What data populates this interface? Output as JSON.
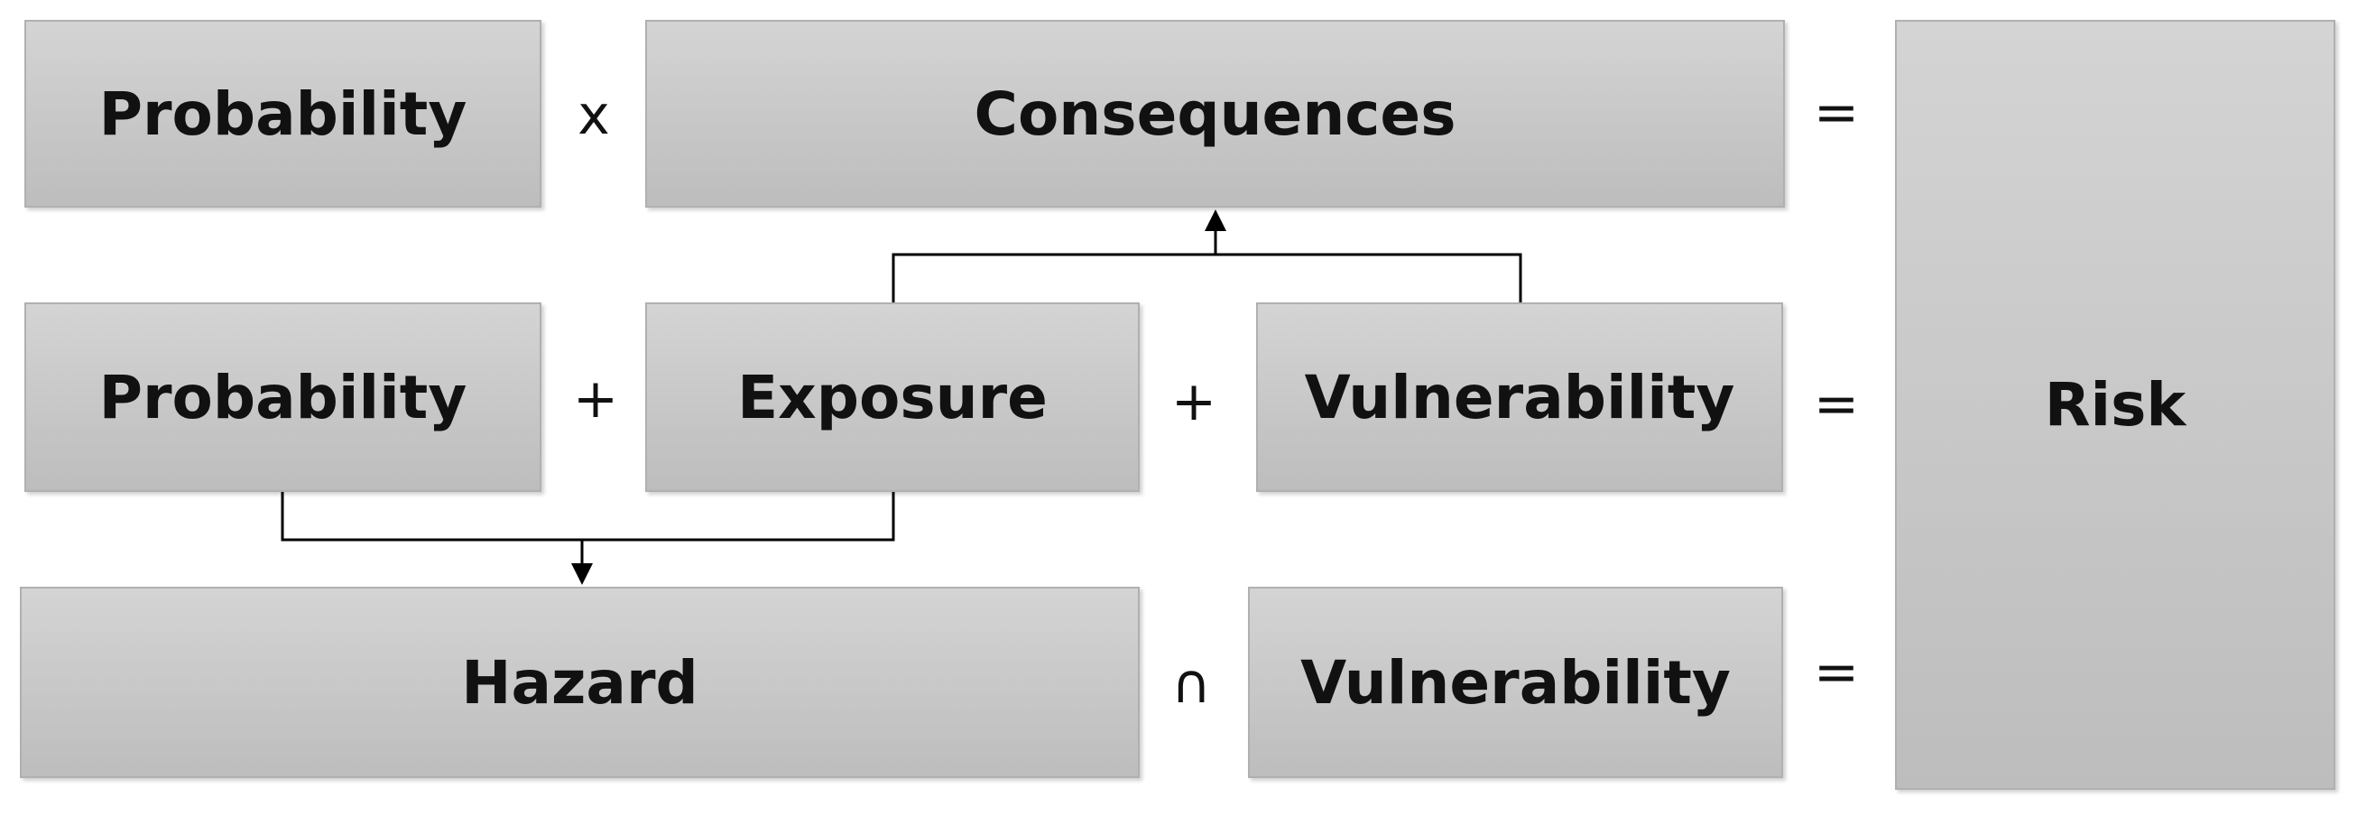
{
  "row1": {
    "left_label": "Probability",
    "operator": "x",
    "right_label": "Consequences",
    "equals": "="
  },
  "row2": {
    "first_label": "Probability",
    "operator1": "+",
    "second_label": "Exposure",
    "operator2": "+",
    "third_label": "Vulnerability",
    "equals": "="
  },
  "row3": {
    "left_label": "Hazard",
    "operator": "∩",
    "right_label": "Vulnerability",
    "equals": "="
  },
  "result": {
    "label": "Risk"
  },
  "colors": {
    "box_fill_top": "#d4d4d4",
    "box_fill_bottom": "#bdbdbd",
    "box_border": "#b0b0b0",
    "text": "#111111",
    "connector": "#000000"
  }
}
